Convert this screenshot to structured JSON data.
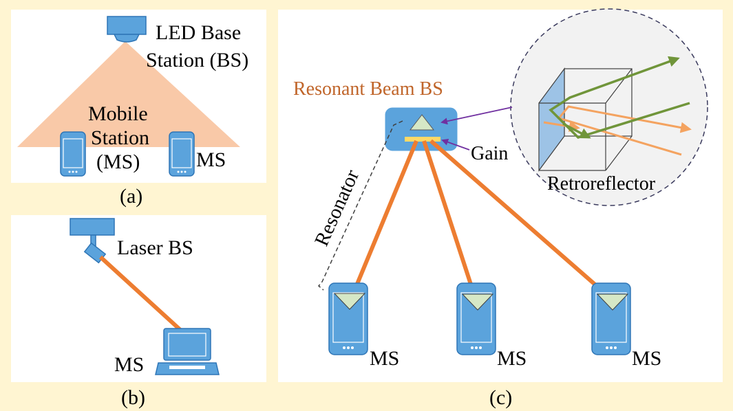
{
  "colors": {
    "background": "#fff5d2",
    "device_blue": "#5ba3dc",
    "device_outline": "#2e75b6",
    "beam_orange": "#ed7d31",
    "light_cone": "#f9c9a8",
    "retro_green": "#70953a",
    "retro_orange": "#f4a360",
    "resonant_label": "#c0652a",
    "gain_yellow": "#ffd966",
    "prism_fill": "#d6e8c6",
    "arrow_purple": "#7030a0"
  },
  "panel_a": {
    "bs_label_line1": "LED Base",
    "bs_label_line2": "Station (BS)",
    "ms_label_line1": "Mobile",
    "ms_label_line2": "Station",
    "ms_label_line3": "(MS)",
    "ms_right_label": "MS",
    "caption": "(a)"
  },
  "panel_b": {
    "bs_label": "Laser BS",
    "ms_label": "MS",
    "caption": "(b)"
  },
  "panel_c": {
    "bs_label": "Resonant Beam BS",
    "gain_label": "Gain",
    "resonator_label": "Resonator",
    "retroreflector_label": "Retroreflector",
    "ms_labels": [
      "MS",
      "MS",
      "MS"
    ],
    "caption": "(c)"
  }
}
